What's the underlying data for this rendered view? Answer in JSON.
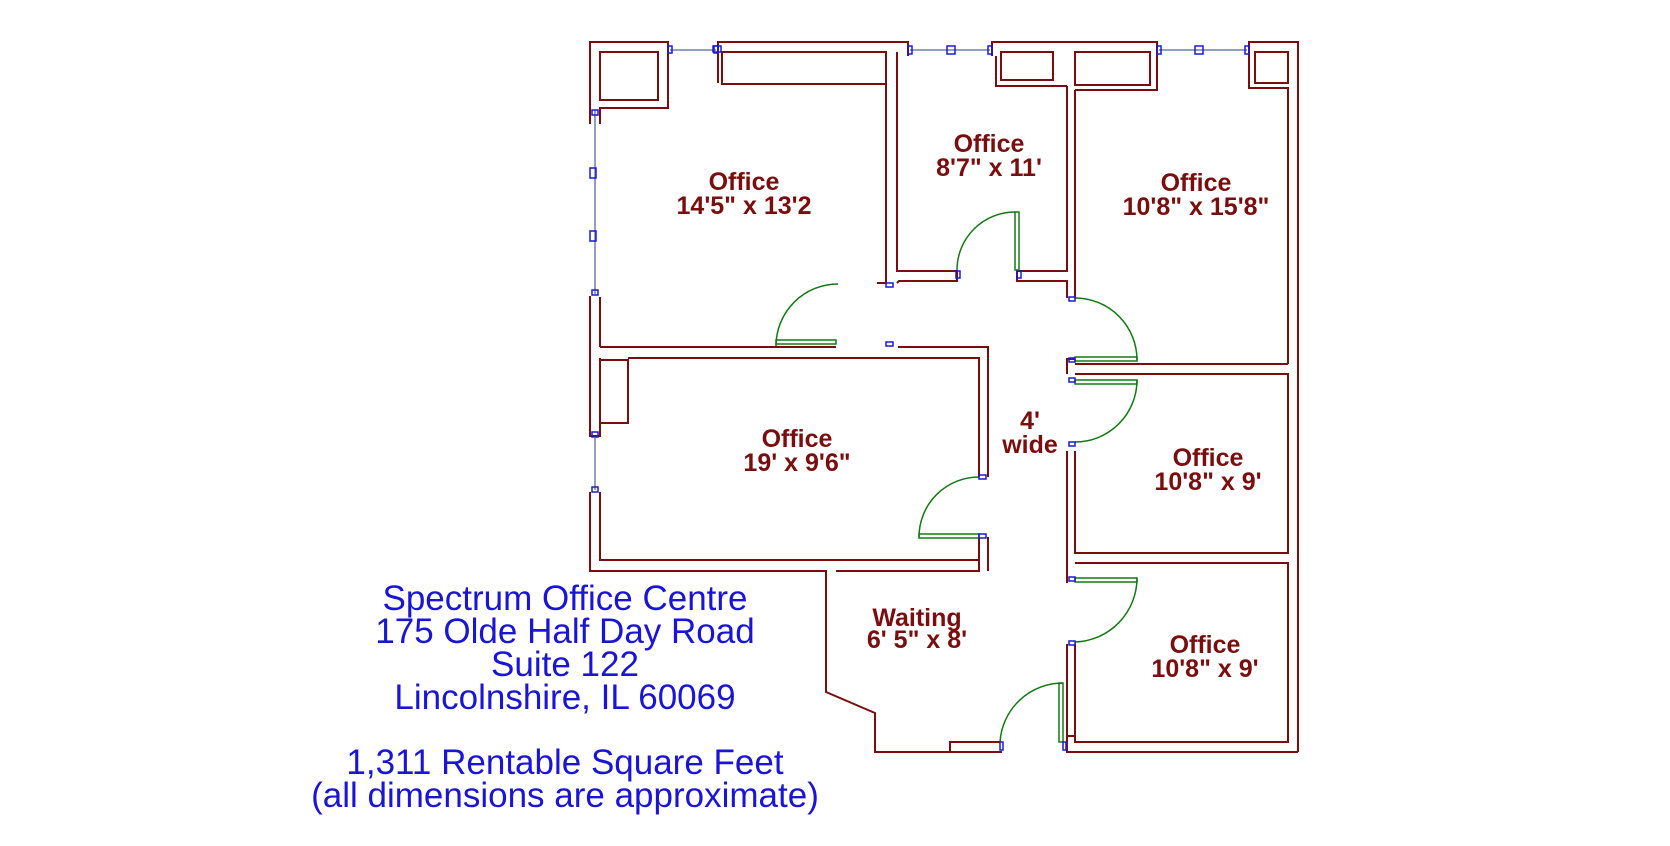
{
  "plan": {
    "rooms": [
      {
        "name": "Office",
        "dimensions": "14'5\" x 13'2"
      },
      {
        "name": "Office",
        "dimensions": "8'7\" x 11'"
      },
      {
        "name": "Office",
        "dimensions": "10'8\" x 15'8\""
      },
      {
        "name": "Office",
        "dimensions": "19' x 9'6\""
      },
      {
        "name": "Office",
        "dimensions": "10'8\" x 9'"
      },
      {
        "name": "Office",
        "dimensions": "10'8\" x 9'"
      },
      {
        "name": "Waiting",
        "dimensions": "6' 5\" x 8'"
      }
    ],
    "corridor": {
      "line1": "4'",
      "line2": "wide"
    },
    "colors": {
      "walls": "#7a0d0d",
      "doors": "#137a13",
      "window_jambs": "#1a1ad0",
      "info_text": "#1a14d6"
    }
  },
  "info": {
    "building": "Spectrum Office Centre",
    "address": "175 Olde Half Day Road",
    "suite": "Suite 122",
    "city": "Lincolnshire, IL 60069",
    "area": "1,311 Rentable Square Feet",
    "disclaimer": "(all dimensions are approximate)"
  }
}
